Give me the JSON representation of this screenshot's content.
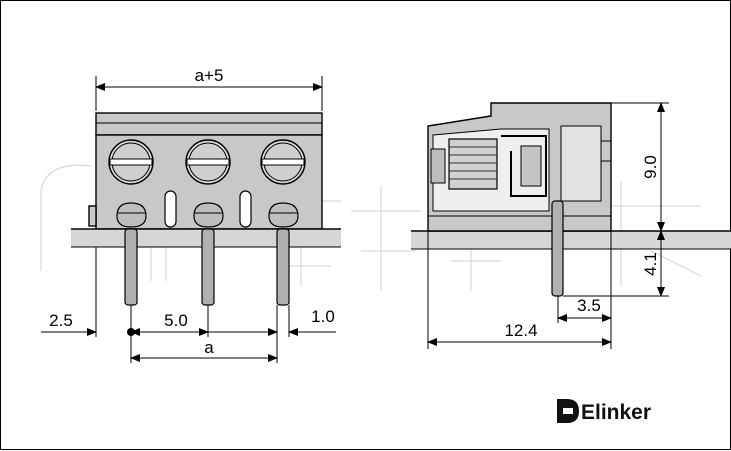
{
  "drawing": {
    "dims": {
      "width_total": "a+5",
      "pitch": "a",
      "edge_offset": "2.5",
      "pin_spacing": "5.0",
      "pin_width": "1.0",
      "depth": "12.4",
      "pin_offset": "3.5",
      "height": "9.0",
      "pin_length": "4.1"
    },
    "pole_count": 3
  },
  "brand": {
    "name": "Elinker"
  }
}
